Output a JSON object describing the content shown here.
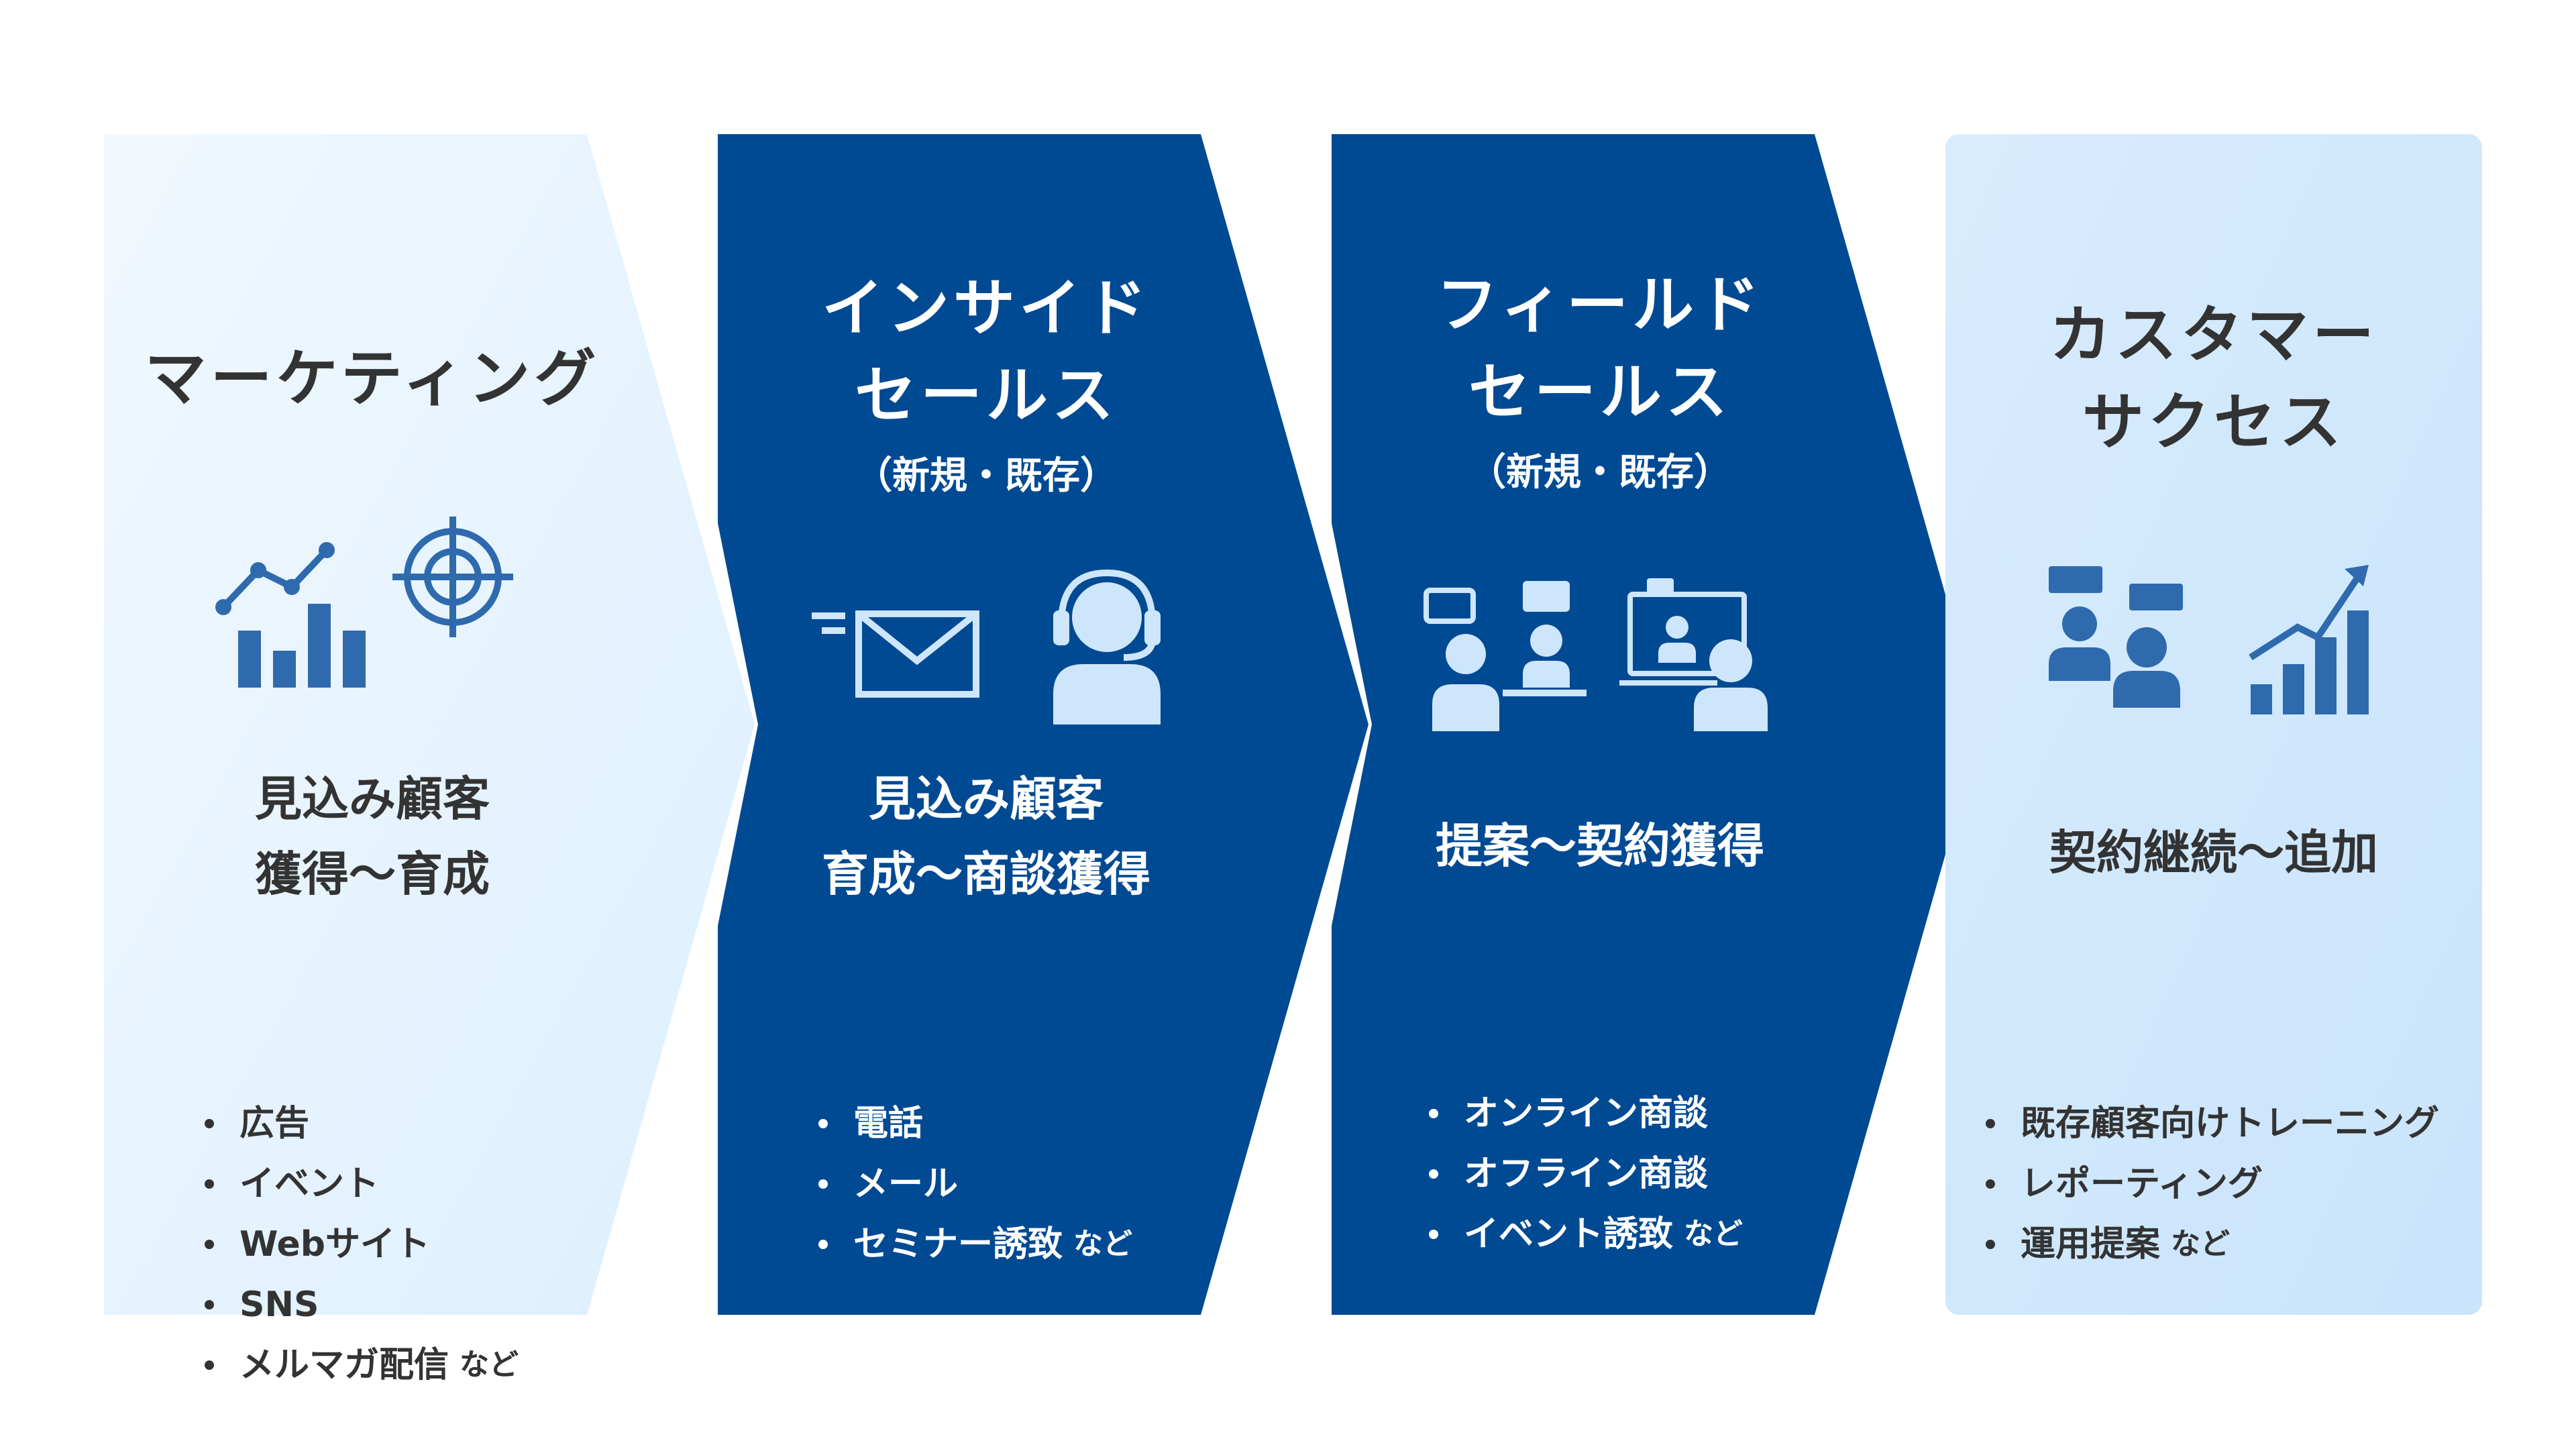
{
  "colors": {
    "navy": "#004a93",
    "light_start": "#f1f8fe",
    "light_end": "#dcefff",
    "card_start": "#d8ecfd",
    "card_end": "#c9e4fb",
    "icon_dark": "#2e6aad",
    "icon_light": "#cde6fb",
    "text_dark": "#333333"
  },
  "stages": [
    {
      "title": [
        "マーケティング"
      ],
      "subtitle": "",
      "goal": [
        "見込み顧客",
        "獲得〜育成"
      ],
      "icons": [
        "line-trend-bar-chart-icon",
        "target-crosshair-icon"
      ],
      "items": [
        "広告",
        "イベント",
        "Webサイト",
        "SNS",
        "メルマガ配信"
      ],
      "suffix": "など"
    },
    {
      "title": [
        "インサイド",
        "セールス"
      ],
      "subtitle": "（新規・既存）",
      "goal": [
        "見込み顧客",
        "育成〜商談獲得"
      ],
      "icons": [
        "email-envelope-icon",
        "headset-operator-icon"
      ],
      "items": [
        "電話",
        "メール",
        "セミナー誘致"
      ],
      "suffix": "など"
    },
    {
      "title": [
        "フィールド",
        "セールス"
      ],
      "subtitle": "（新規・既存）",
      "goal": [
        "提案〜契約獲得"
      ],
      "icons": [
        "face-to-face-meeting-icon",
        "online-meeting-icon"
      ],
      "items": [
        "オンライン商談",
        "オフライン商談",
        "イベント誘致"
      ],
      "suffix": "など"
    },
    {
      "title": [
        "カスタマー",
        "サクセス"
      ],
      "subtitle": "",
      "goal": [
        "契約継続〜追加"
      ],
      "icons": [
        "customers-chat-icon",
        "growth-bar-chart-icon"
      ],
      "items": [
        "既存顧客向けトレーニング",
        "レポーティング",
        "運用提案"
      ],
      "suffix": "など"
    }
  ]
}
